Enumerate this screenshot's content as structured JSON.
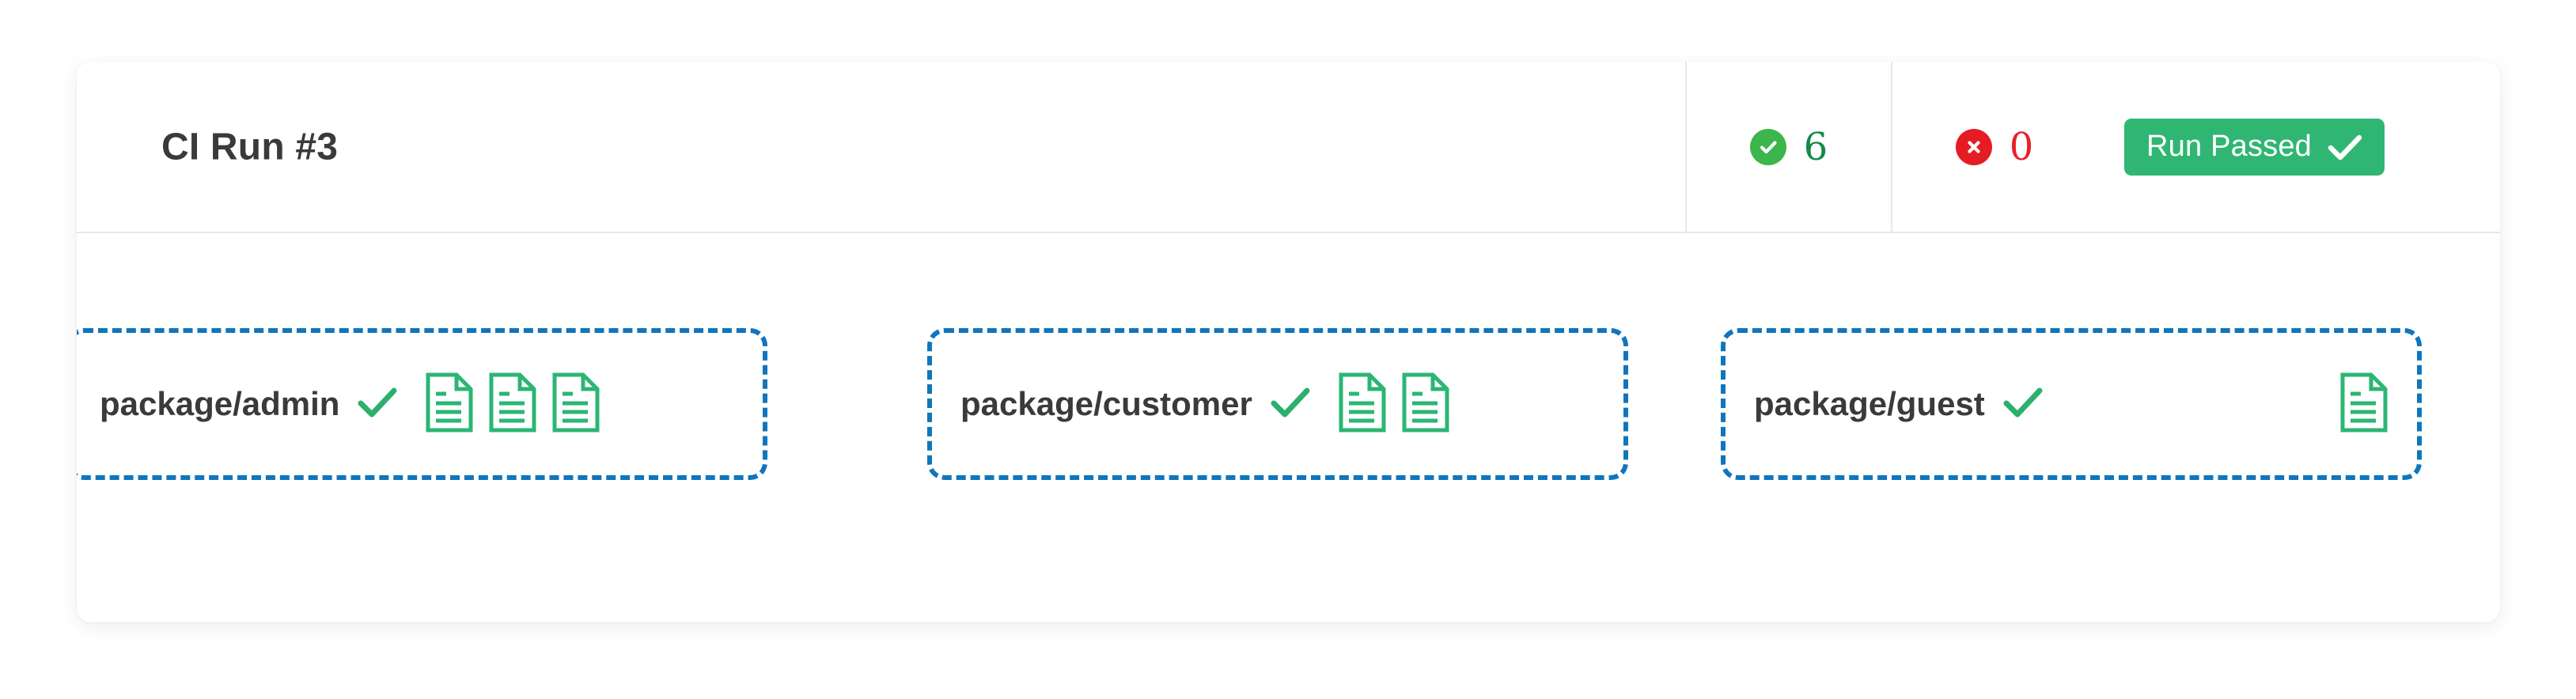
{
  "card": {
    "header": {
      "title": "CI Run #3",
      "stats": [
        {
          "icon": "check-circle-icon",
          "value": "6",
          "kind": "passed",
          "color": "#138a47",
          "badge_color": "#3cb54a"
        },
        {
          "icon": "x-circle-icon",
          "value": "0",
          "kind": "failed",
          "color": "#e8202a",
          "badge_color": "#e51c23"
        }
      ],
      "status_pill": {
        "label": "Run Passed",
        "icon": "check-icon",
        "background": "#2fb673",
        "text_color": "#ffffff"
      }
    },
    "groups": [
      {
        "name": "package/admin",
        "status_icon": "check-icon",
        "doc_count": 3,
        "docs": [
          "document-icon",
          "document-icon",
          "document-icon"
        ]
      },
      {
        "name": "package/customer",
        "status_icon": "check-icon",
        "doc_count": 2,
        "docs": [
          "document-icon",
          "document-icon"
        ]
      },
      {
        "name": "package/guest",
        "status_icon": "check-icon",
        "doc_count": 1,
        "docs": [
          "document-icon"
        ]
      }
    ]
  },
  "colors": {
    "group_border": "#1175bd",
    "doc_green": "#2bb673",
    "check_green": "#2bb06d",
    "title_text": "#3a3a3c",
    "divider": "#e9e9eb",
    "card_background": "#ffffff"
  }
}
